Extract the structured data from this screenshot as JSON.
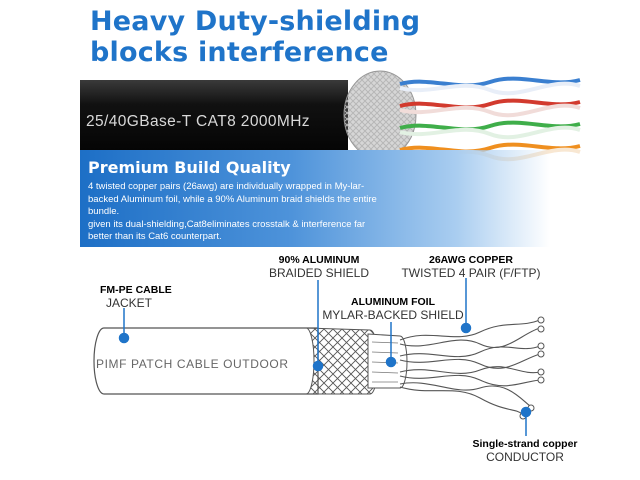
{
  "headline": {
    "line1": "Heavy Duty-shielding",
    "line2": "blocks  interference"
  },
  "cable_print": "25/40GBase-T  CAT8  2000MHz",
  "promo": {
    "title": "Premium Build Quality",
    "paragraph1": "4 twisted copper pairs (26awg) are individually wrapped in My-lar-backed Aluminum foil, while a 90% Aluminum braid shields the entire bundle.",
    "paragraph2": "given its dual-shielding,Cat8eliminates crosstalk & interference far better than its Cat6 counterpart."
  },
  "diagram": {
    "jacket_text": "PIMF  PATCH  CABLE  OUTDOOR",
    "labels": {
      "jacket": {
        "title": "FM-PE CABLE",
        "sub": "JACKET"
      },
      "braid": {
        "title": "90% ALUMINUM",
        "sub": "BRAIDED SHIELD"
      },
      "foil": {
        "title": "ALUMINUM FOIL",
        "sub": "MYLAR-BACKED SHIELD"
      },
      "copper": {
        "title": "26AWG COPPER",
        "sub": "TWISTED 4 PAIR (F/FTP)"
      },
      "conductor": {
        "title": "Single-strand copper",
        "sub": "CONDUCTOR"
      }
    }
  },
  "colors": {
    "accent_blue": "#1f74c9",
    "cable_black": "#1b1b1b",
    "wire_blue": "#3a7fd0",
    "wire_red": "#d23a2e",
    "wire_green": "#3fae4a",
    "wire_orange": "#ef8f1f"
  }
}
